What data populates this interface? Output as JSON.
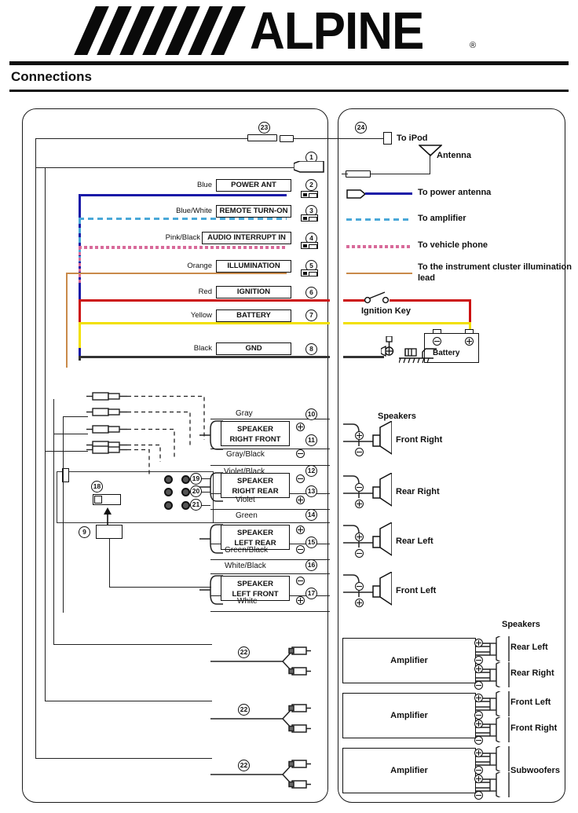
{
  "header": {
    "brand": "ALPINE",
    "registered_mark": "®",
    "section_title": "Connections"
  },
  "wires": [
    {
      "num": "1",
      "color_label": "",
      "function": "",
      "wire_hex": ""
    },
    {
      "num": "2",
      "color_label": "Blue",
      "function": "POWER ANT",
      "wire_hex": "#1a1aa8"
    },
    {
      "num": "3",
      "color_label": "Blue/White",
      "function": "REMOTE TURN-ON",
      "wire_hex": "#4aa8d8"
    },
    {
      "num": "4",
      "color_label": "Pink/Black",
      "function": "AUDIO INTERRUPT IN",
      "wire_hex": "#d86a9a"
    },
    {
      "num": "5",
      "color_label": "Orange",
      "function": "ILLUMINATION",
      "wire_hex": "#c98a4a"
    },
    {
      "num": "6",
      "color_label": "Red",
      "function": "IGNITION",
      "wire_hex": "#cc1111"
    },
    {
      "num": "7",
      "color_label": "Yellow",
      "function": "BATTERY",
      "wire_hex": "#f2e000"
    },
    {
      "num": "8",
      "color_label": "Black",
      "function": "GND",
      "wire_hex": "#333333"
    }
  ],
  "speaker_wires": [
    {
      "num": "10",
      "color_label": "Gray",
      "polarity": "plus"
    },
    {
      "num": "11",
      "function": "SPEAKER RIGHT FRONT",
      "line1": "SPEAKER",
      "line2": "RIGHT FRONT"
    },
    {
      "num": "",
      "color_label": "Gray/Black",
      "polarity": "minus"
    },
    {
      "num": "12",
      "color_label": "Violet/Black",
      "polarity": "minus"
    },
    {
      "num": "13",
      "function": "SPEAKER RIGHT REAR",
      "line1": "SPEAKER",
      "line2": "RIGHT REAR"
    },
    {
      "num": "",
      "color_label": "Violet",
      "polarity": "plus"
    },
    {
      "num": "14",
      "color_label": "Green",
      "polarity": "plus"
    },
    {
      "num": "15",
      "function": "SPEAKER LEFT REAR",
      "line1": "SPEAKER",
      "line2": "LEFT REAR"
    },
    {
      "num": "",
      "color_label": "Green/Black",
      "polarity": "minus"
    },
    {
      "num": "16",
      "color_label": "White/Black",
      "polarity": "minus"
    },
    {
      "num": "17",
      "function": "SPEAKER LEFT FRONT",
      "line1": "SPEAKER",
      "line2": "LEFT FRONT"
    },
    {
      "num": "",
      "color_label": "White",
      "polarity": "plus"
    }
  ],
  "legend": {
    "to_ipod": "To iPod",
    "antenna": "Antenna",
    "to_power_antenna": "To power antenna",
    "to_amplifier": "To amplifier",
    "to_vehicle_phone": "To vehicle phone",
    "to_illumination_line1": "To the instrument cluster illumination",
    "to_illumination_line2": "lead",
    "ignition_key": "Ignition Key",
    "battery": "Battery"
  },
  "speakers_section": {
    "heading": "Speakers",
    "items": [
      {
        "label": "Front Right",
        "top_polarity": "plus",
        "bottom_polarity": "minus"
      },
      {
        "label": "Rear Right",
        "top_polarity": "minus",
        "bottom_polarity": "plus"
      },
      {
        "label": "Rear Left",
        "top_polarity": "plus",
        "bottom_polarity": "minus"
      },
      {
        "label": "Front Left",
        "top_polarity": "minus",
        "bottom_polarity": "plus"
      }
    ]
  },
  "amplifier_section": {
    "heading": "Speakers",
    "amps": [
      {
        "label": "Amplifier",
        "speakers": [
          "Rear Left",
          "Rear Right"
        ]
      },
      {
        "label": "Amplifier",
        "speakers": [
          "Front Left",
          "Front Right"
        ]
      },
      {
        "label": "Amplifier",
        "speakers": [
          "Subwoofers"
        ]
      }
    ]
  },
  "callouts": {
    "c9": "9",
    "c18": "18",
    "c19": "19",
    "c20": "20",
    "c21": "21",
    "c22a": "22",
    "c22b": "22",
    "c22c": "22",
    "c23": "23",
    "c24": "24"
  },
  "colors": {
    "ink": "#111111",
    "blue": "#1a1aa8",
    "light_blue": "#4aa8d8",
    "pink": "#d86a9a",
    "orange": "#c98a4a",
    "red": "#cc1111",
    "yellow": "#f2e000",
    "black_wire": "#333333"
  }
}
